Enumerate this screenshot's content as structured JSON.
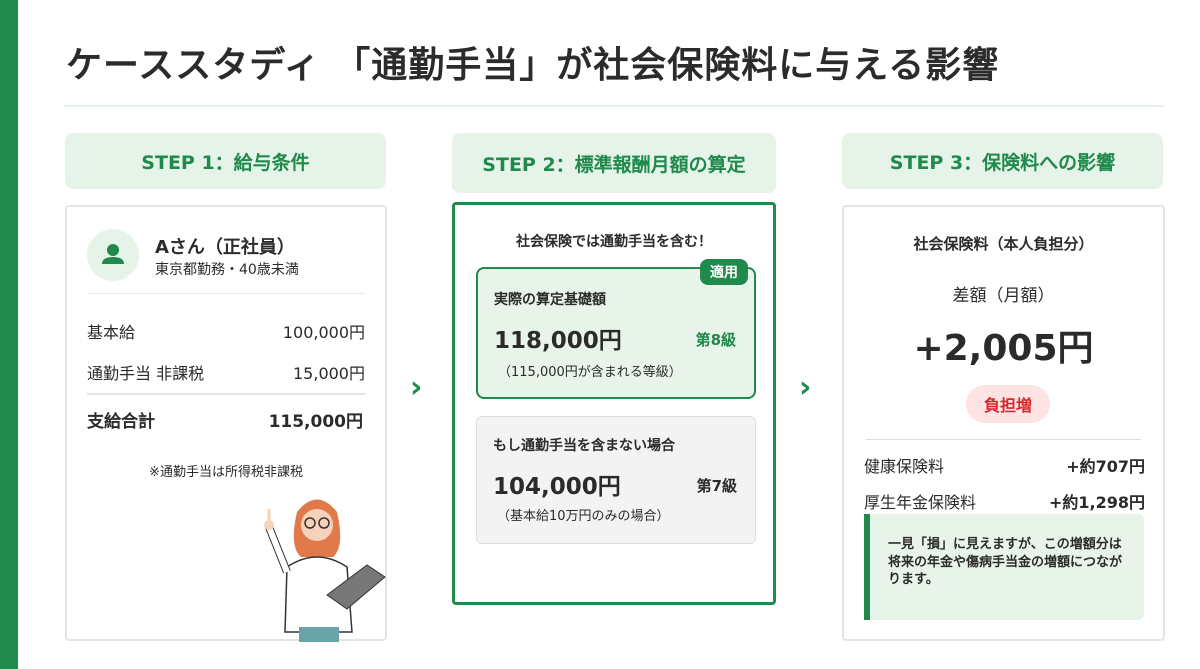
{
  "title": "ケーススタディ 「通勤手当」が社会保険料に与える影響",
  "steps": [
    "STEP 1：給与条件",
    "STEP 2：標準報酬月額の算定",
    "STEP 3：保険料への影響"
  ],
  "step1": {
    "name": "Aさん（正社員）",
    "sub": "東京都勤務・40歳未満",
    "rows": [
      {
        "label": "基本給",
        "value": "100,000円"
      },
      {
        "label": "通勤手当 非課税",
        "value": "15,000円"
      }
    ],
    "total_label": "支給合計",
    "total_value": "115,000円",
    "note": "※通勤手当は所得税非課税"
  },
  "step2": {
    "heading": "社会保険では通勤手当を含む！",
    "applied": {
      "badge": "適用",
      "label": "実際の算定基礎額",
      "amount": "118,000円",
      "grade": "第8級",
      "note": "（115,000円が含まれる等級）"
    },
    "alt": {
      "label": "もし通勤手当を含まない場合",
      "amount": "104,000円",
      "grade": "第7級",
      "note": "（基本給10万円のみの場合）"
    }
  },
  "step3": {
    "heading": "社会保険料（本人負担分）",
    "diff_label": "差額（月額）",
    "diff_value": "+2,005円",
    "badge": "負担増",
    "rows": [
      {
        "label": "健康保険料",
        "value": "+約707円"
      },
      {
        "label": "厚生年金保険料",
        "value": "+約1,298円"
      }
    ],
    "note": "一見「損」に見えますが、この増額分は将来の年金や傷病手当金の増額につながります。"
  }
}
